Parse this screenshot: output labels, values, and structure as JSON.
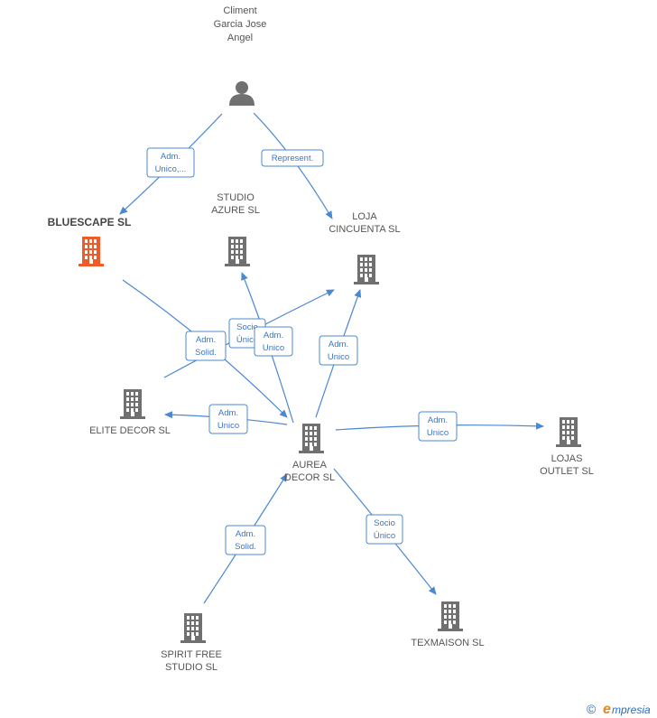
{
  "nodes": [
    {
      "id": "climent",
      "type": "person",
      "label": [
        "Climent",
        "Garcia Jose",
        "Angel"
      ]
    },
    {
      "id": "bluescape",
      "type": "company-focus",
      "label": [
        "BLUESCAPE SL"
      ]
    },
    {
      "id": "studio",
      "type": "company",
      "label": [
        "STUDIO",
        "AZURE SL"
      ]
    },
    {
      "id": "loja",
      "type": "company",
      "label": [
        "LOJA",
        "CINCUENTA SL"
      ]
    },
    {
      "id": "elite",
      "type": "company",
      "label": [
        "ELITE DECOR SL"
      ]
    },
    {
      "id": "aurea",
      "type": "company",
      "label": [
        "AUREA",
        "DECOR SL"
      ]
    },
    {
      "id": "lojas",
      "type": "company",
      "label": [
        "LOJAS",
        "OUTLET SL"
      ]
    },
    {
      "id": "spirit",
      "type": "company",
      "label": [
        "SPIRIT FREE",
        "STUDIO  SL"
      ]
    },
    {
      "id": "texmaison",
      "type": "company",
      "label": [
        "TEXMAISON SL"
      ]
    }
  ],
  "edges": [
    {
      "id": "climent-bluescape",
      "label": [
        "Adm.",
        "Unico,..."
      ]
    },
    {
      "id": "climent-loja",
      "label": [
        "Represent."
      ]
    },
    {
      "id": "bluescape-aurea",
      "label": [
        "Adm.",
        "Solid."
      ]
    },
    {
      "id": "aurea-studio",
      "label": [
        "Socio",
        "Único"
      ]
    },
    {
      "id": "elite-loja",
      "label": [
        "Adm.",
        "Unico"
      ]
    },
    {
      "id": "aurea-loja",
      "label": [
        "Adm.",
        "Unico"
      ]
    },
    {
      "id": "aurea-elite",
      "label": [
        "Adm.",
        "Unico"
      ]
    },
    {
      "id": "aurea-lojas",
      "label": [
        "Adm.",
        "Unico"
      ]
    },
    {
      "id": "spirit-aurea",
      "label": [
        "Adm.",
        "Solid."
      ]
    },
    {
      "id": "aurea-texmaison",
      "label": [
        "Socio",
        "Único"
      ]
    }
  ],
  "footer": {
    "copyright": "©",
    "brand_initial": "e",
    "brand_rest": "mpresia"
  },
  "colors": {
    "edge": "#4a88d4",
    "icon": "#707070",
    "focus": "#f05a28"
  }
}
